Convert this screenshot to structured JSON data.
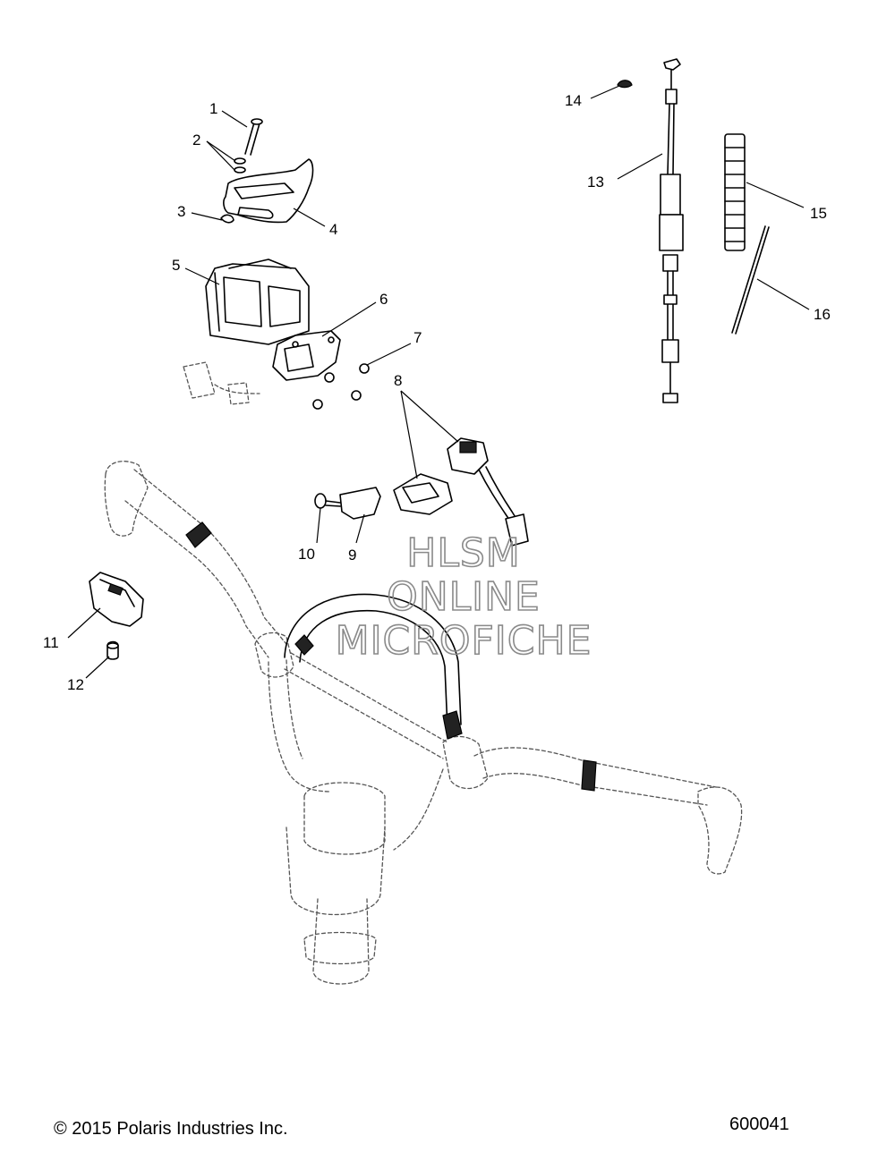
{
  "callouts": {
    "c1": "1",
    "c2": "2",
    "c3": "3",
    "c4": "4",
    "c5": "5",
    "c6": "6",
    "c7": "7",
    "c8": "8",
    "c9": "9",
    "c10": "10",
    "c11": "11",
    "c12": "12",
    "c13": "13",
    "c14": "14",
    "c15": "15",
    "c16": "16"
  },
  "watermark": {
    "line1": "HLSM",
    "line2": "ONLINE",
    "line3": "MICROFICHE"
  },
  "footer": {
    "copyright": "© 2015 Polaris Industries Inc.",
    "figure_number": "600041"
  }
}
